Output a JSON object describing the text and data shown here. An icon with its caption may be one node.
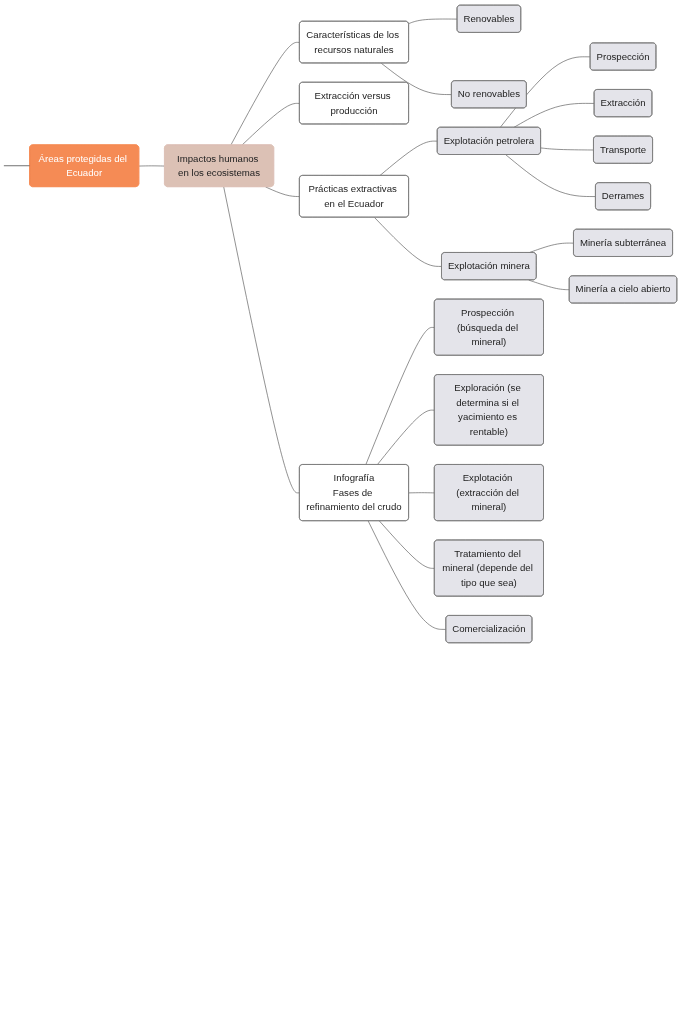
{
  "diagram": {
    "nodes": [
      {
        "text": [
          "Áreas protegidas del Ecuador"
        ]
      },
      {
        "text": [
          "Impactos humanos en los ecosistemas"
        ]
      },
      {
        "text": [
          "Características de los recursos naturales"
        ]
      },
      {
        "text": [
          "Renovables"
        ]
      },
      {
        "text": [
          "No renovables"
        ]
      },
      {
        "text": [
          "Extracción versus producción"
        ]
      },
      {
        "text": [
          "Prácticas extractivas en el Ecuador"
        ]
      },
      {
        "text": [
          "Explotación petrolera"
        ]
      },
      {
        "text": [
          "Prospección"
        ]
      },
      {
        "text": [
          "Extracción"
        ]
      },
      {
        "text": [
          "Transporte"
        ]
      },
      {
        "text": [
          "Derrames"
        ]
      },
      {
        "text": [
          "Explotación minera"
        ]
      },
      {
        "text": [
          "Minería subterránea"
        ]
      },
      {
        "text": [
          "Minería a cielo abierto"
        ]
      },
      {
        "text": [
          "Infografía",
          "Fases de refinamiento del crudo"
        ]
      },
      {
        "text": [
          "Prospección (búsqueda del mineral)"
        ]
      },
      {
        "text": [
          "Exploración (se determina si el yacimiento es rentable)"
        ]
      },
      {
        "text": [
          "Explotación (extracción del mineral)"
        ]
      },
      {
        "text": [
          "Tratamiento del mineral (depende del tipo que sea)"
        ]
      },
      {
        "text": [
          "Comercialización"
        ]
      }
    ],
    "edges": [
      {
        "from": 0,
        "to": 1,
        "arrow": "none"
      },
      {
        "from": 1,
        "to": 2,
        "arrow": "none"
      },
      {
        "from": 2,
        "to": 3,
        "arrow": "none"
      },
      {
        "from": 2,
        "to": 4,
        "arrow": "none"
      },
      {
        "from": 1,
        "to": 5,
        "arrow": "none"
      },
      {
        "from": 1,
        "to": 6,
        "arrow": "none"
      },
      {
        "from": 6,
        "to": 7,
        "arrow": "none"
      },
      {
        "from": 7,
        "to": 8,
        "arrow": "none"
      },
      {
        "from": 7,
        "to": 9,
        "arrow": "none"
      },
      {
        "from": 7,
        "to": 10,
        "arrow": "none"
      },
      {
        "from": 7,
        "to": 11,
        "arrow": "none"
      },
      {
        "from": 6,
        "to": 12,
        "arrow": "none"
      },
      {
        "from": 12,
        "to": 13,
        "arrow": "none"
      },
      {
        "from": 12,
        "to": 14,
        "arrow": "none"
      },
      {
        "from": 1,
        "to": 15,
        "arrow": "none"
      },
      {
        "from": 15,
        "to": 16,
        "arrow": "none"
      },
      {
        "from": 15,
        "to": 17,
        "arrow": "none"
      },
      {
        "from": 15,
        "to": 18,
        "arrow": "none"
      },
      {
        "from": 15,
        "to": 19,
        "arrow": "none"
      },
      {
        "from": 15,
        "to": 20,
        "arrow": "none"
      },
      {
        "from": 0,
        "to": null,
        "arrow": "none"
      }
    ]
  }
}
